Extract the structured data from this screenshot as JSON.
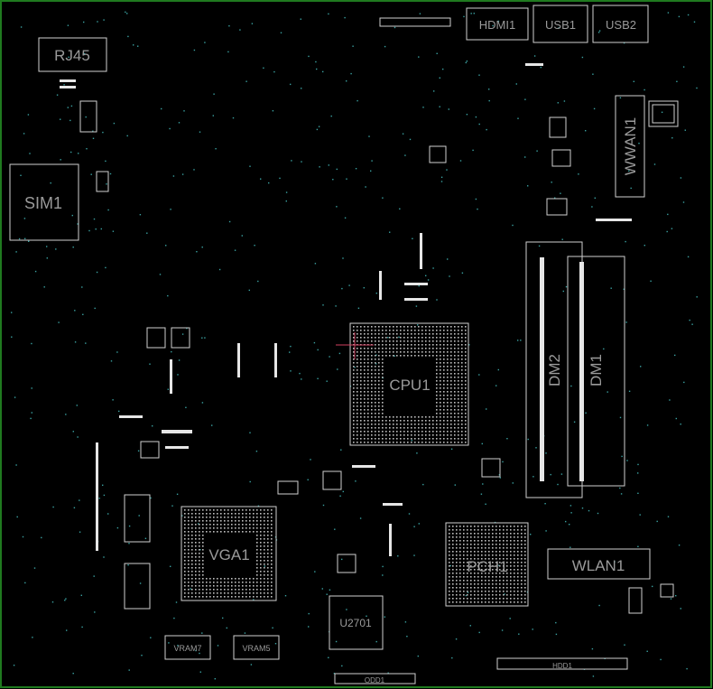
{
  "labels": {
    "rj45": "RJ45",
    "hdmi": "HDMI1",
    "usb1": "USB1",
    "usb2": "USB2",
    "sim": "SIM1",
    "wwan": "WWAN1",
    "dm2": "DM2",
    "dm1": "DM1",
    "cpu": "CPU1",
    "vga": "VGA1",
    "pch": "PCH1",
    "wlan": "WLAN1",
    "u2701": "U2701",
    "vram7": "VRAM7",
    "vram5": "VRAM5",
    "hdd": "HDD1",
    "odd": "ODD1"
  },
  "colors": {
    "background": "#000000",
    "outline": "#cfcfcf",
    "label": "#9a9a9a",
    "pad": "#e6e6e6",
    "via": "#3aa0a0",
    "board_edge": "#1f7a1f",
    "marker": "#d04060"
  }
}
